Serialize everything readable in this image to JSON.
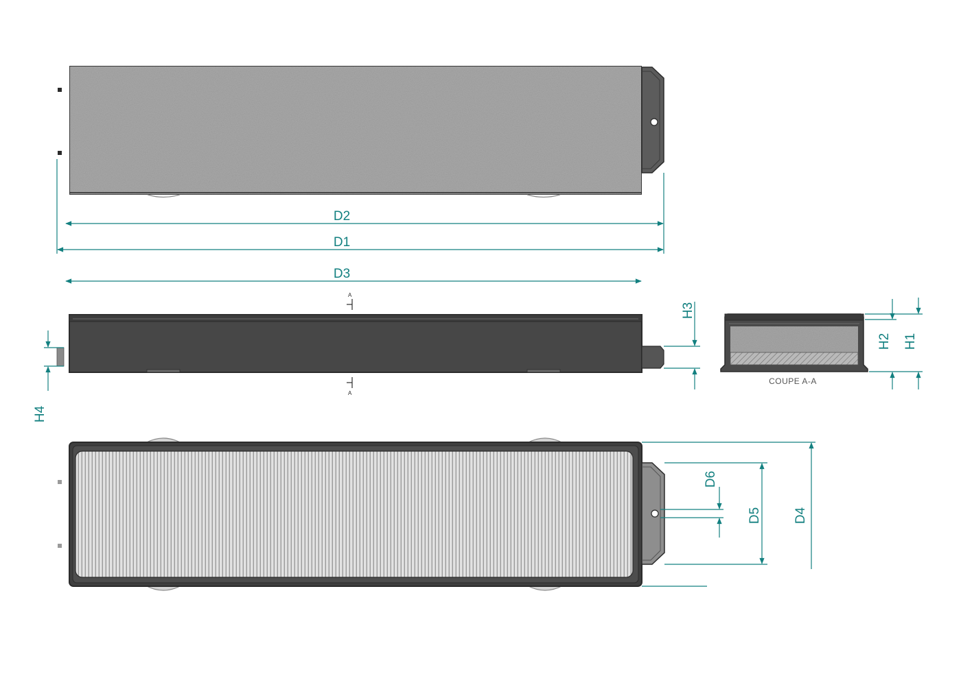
{
  "colors": {
    "dimension": "#138080",
    "outline": "#2b2b2b",
    "body_dark": "#444444",
    "media_grey": "#9c9c9c",
    "pleat_light": "#dcdcdc",
    "section_hatch": "#8a8a8a"
  },
  "labels": {
    "d1": "D1",
    "d2": "D2",
    "d3": "D3",
    "d4": "D4",
    "d5": "D5",
    "d6": "D6",
    "h1": "H1",
    "h2": "H2",
    "h3": "H3",
    "h4": "H4",
    "section_caption": "COUPE A-A",
    "section_mark_top": "A",
    "section_mark_bottom": "A"
  }
}
